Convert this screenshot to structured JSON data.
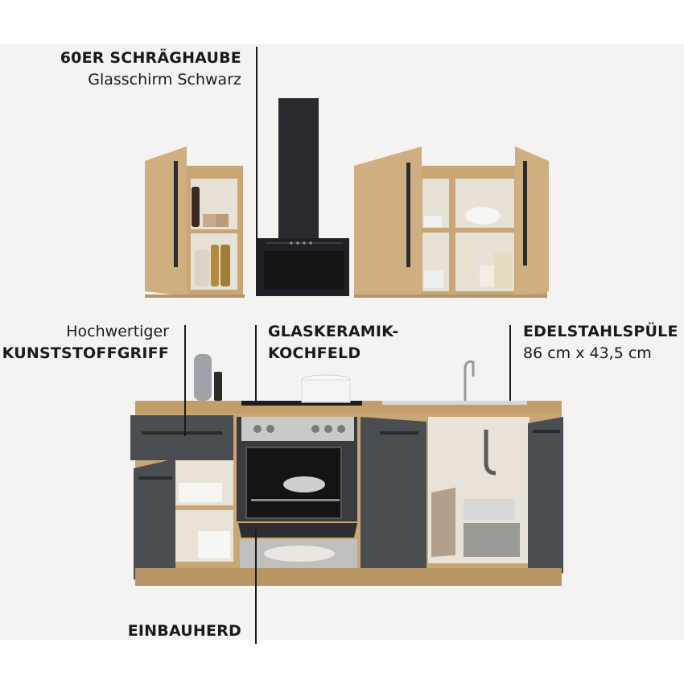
{
  "callouts": {
    "hood": {
      "title": "60ER SCHRÄGHAUBE",
      "subtitle": "Glasschirm Schwarz"
    },
    "handle": {
      "line1": "Hochwertiger",
      "line2": "KUNSTSTOFFGRIFF"
    },
    "cooktop": {
      "line1": "GLASKERAMIK-",
      "line2": "KOCHFELD"
    },
    "sink": {
      "title": "EDELSTAHLSPÜLE",
      "subtitle": "86 cm x 43,5 cm"
    },
    "oven": {
      "title": "EINBAUHERD"
    }
  },
  "colors": {
    "background": "#f4f3f1",
    "oak": "#c8a675",
    "anthracite": "#4a4d52",
    "hood": "#2a2b2e",
    "steel": "#c9c9c9"
  }
}
